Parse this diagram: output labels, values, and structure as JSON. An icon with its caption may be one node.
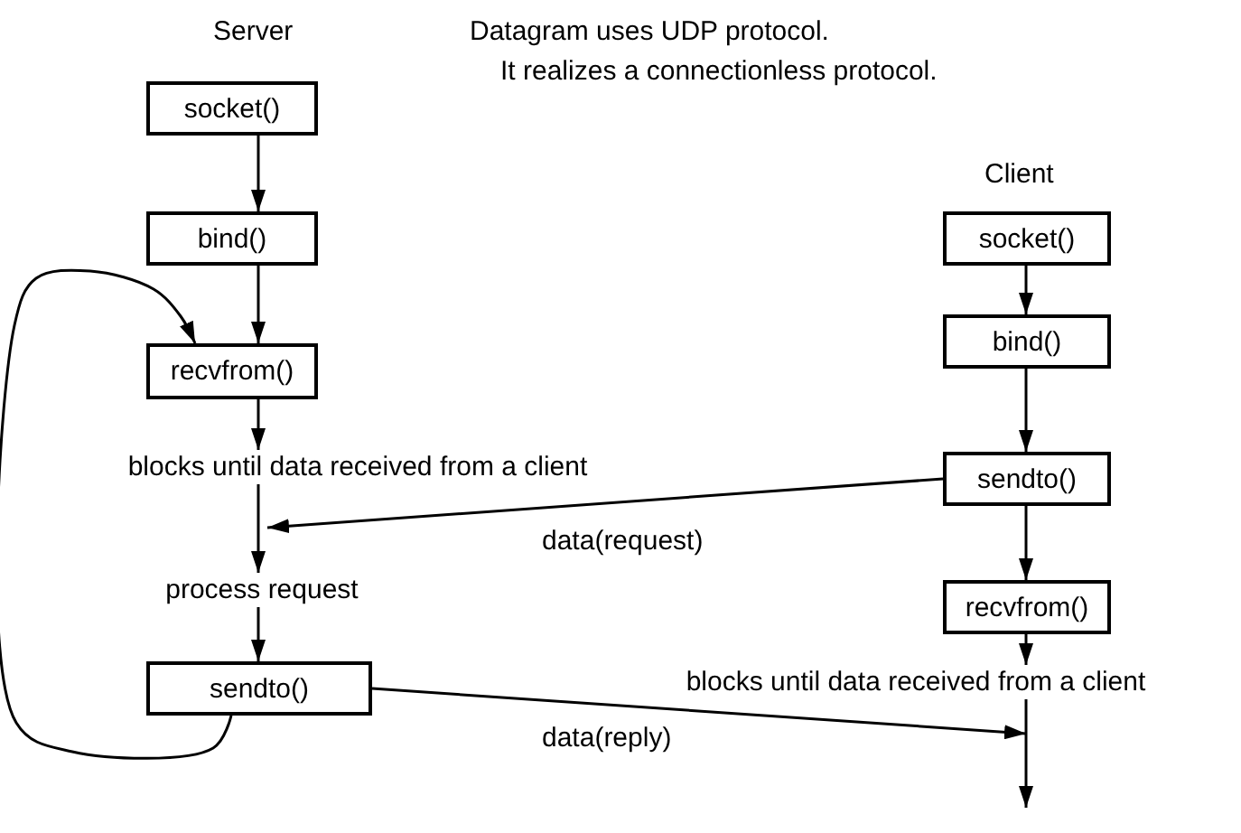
{
  "diagram": {
    "nodes": [
      {
        "text": [
          "socket()"
        ]
      },
      {
        "text": [
          "bind()"
        ]
      },
      {
        "text": [
          "recvfrom()"
        ]
      },
      {
        "text": [
          "blocks until data received from a client"
        ]
      },
      {
        "text": [
          "process request"
        ]
      },
      {
        "text": [
          "sendto()"
        ]
      },
      {
        "text": [
          "socket()"
        ]
      },
      {
        "text": [
          "bind()"
        ]
      },
      {
        "text": [
          "sendto()"
        ]
      },
      {
        "text": [
          "recvfrom()"
        ]
      },
      {
        "text": [
          "blocks until data received from a client"
        ]
      }
    ],
    "edges": [
      {
        "from": 0,
        "to": 1,
        "arrow": "to"
      },
      {
        "from": 1,
        "to": 2,
        "arrow": "to"
      },
      {
        "from": 2,
        "to": 3,
        "arrow": "to"
      },
      {
        "from": 3,
        "to": 4,
        "arrow": "to"
      },
      {
        "from": 4,
        "to": 5,
        "arrow": "to"
      },
      {
        "from": 5,
        "to": 2,
        "arrow": "to"
      },
      {
        "from": 6,
        "to": 7,
        "arrow": "to"
      },
      {
        "from": 7,
        "to": 8,
        "arrow": "to"
      },
      {
        "from": 8,
        "to": 9,
        "arrow": "to"
      },
      {
        "from": 9,
        "to": 10,
        "arrow": "to"
      },
      {
        "from": 10,
        "to": null,
        "arrow": "to"
      },
      {
        "from": 8,
        "to": 4,
        "label": "data(request)",
        "arrow": "to"
      },
      {
        "from": 5,
        "to": 10,
        "label": "data(reply)",
        "arrow": "to"
      }
    ],
    "labels": [
      "Server",
      "Datagram uses UDP protocol.",
      "It realizes a connectionless protocol.",
      "Client"
    ]
  }
}
